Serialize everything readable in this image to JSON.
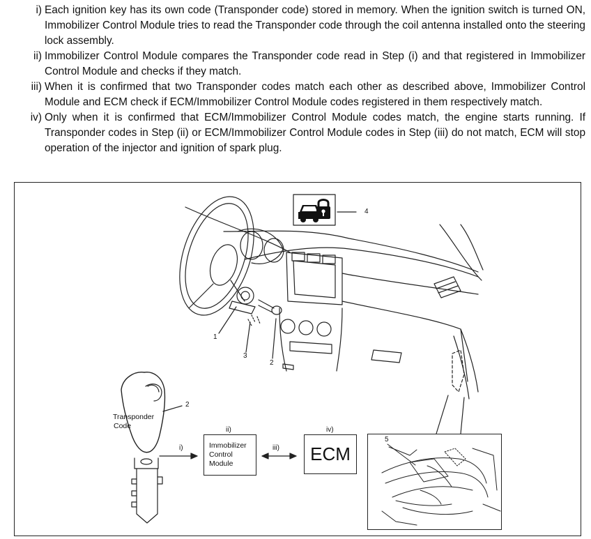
{
  "steps": [
    {
      "num": "i)",
      "text": "Each ignition key has its own code (Transponder code) stored in memory. When the ignition switch is turned ON, Immobilizer Control Module tries to read the Transponder code through the coil antenna installed onto the steering lock assembly."
    },
    {
      "num": "ii)",
      "text": "Immobilizer Control Module compares the Transponder code read in Step (i) and that registered in Immobilizer Control Module and checks if they match."
    },
    {
      "num": "iii)",
      "text": "When it is confirmed that two Transponder codes match each other as described above, Immobilizer Control Module and ECM check if ECM/Immobilizer Control Module codes registered in them respectively match."
    },
    {
      "num": "iv)",
      "text": "Only when it is confirmed that ECM/Immobilizer Control Module codes match, the engine starts running. If Transponder codes in Step (ii) or ECM/Immobilizer Control Module codes in Step (iii) do not match, ECM will stop operation of the injector and ignition of spark plug."
    }
  ],
  "figure": {
    "callouts": {
      "c1": "1",
      "c2": "2",
      "c3": "3",
      "c4": "4",
      "c5": "5",
      "c2_key": "2"
    },
    "key_label_line1": "Transponder",
    "key_label_line2": "Code",
    "step_labels": {
      "i": "i)",
      "ii": "ii)",
      "iii": "iii)",
      "iv": "iv)"
    },
    "immobilizer_box": {
      "line1": "Immobilizer",
      "line2": "Control",
      "line3": "Module"
    },
    "ecm_box": "ECM",
    "icons": [
      "immobilizer-indicator-icon",
      "ignition-key-icon"
    ]
  }
}
